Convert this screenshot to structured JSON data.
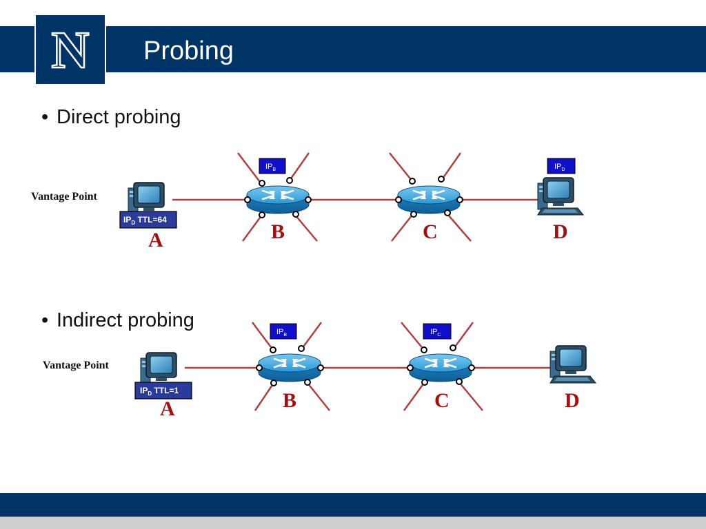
{
  "slide": {
    "title": "Probing",
    "logo_letter": "N",
    "bullets": [
      "Direct probing",
      "Indirect probing"
    ]
  },
  "direct_diagram": {
    "vantage_label": "Vantage Point",
    "probe": {
      "ip": "IP",
      "sub": "D",
      "rest": " TTL=64"
    },
    "node_labels": [
      "A",
      "B",
      "C",
      "D"
    ],
    "tags": [
      {
        "ip": "IP",
        "sub": "B"
      },
      {
        "ip": "IP",
        "sub": "D"
      }
    ]
  },
  "indirect_diagram": {
    "vantage_label": "Vantage Point",
    "probe": {
      "ip": "IP",
      "sub": "D",
      "rest": " TTL=1"
    },
    "node_labels": [
      "A",
      "B",
      "C",
      "D"
    ],
    "tags": [
      {
        "ip": "IP",
        "sub": "B"
      },
      {
        "ip": "IP",
        "sub": "C"
      }
    ]
  },
  "colors": {
    "brand_navy": "#003366",
    "link_red": "#b04040",
    "label_red": "#a01010",
    "router_blue": "#2a9bd8",
    "tag_blue": "#1010c8",
    "probe_fill": "#2a3b9c"
  }
}
